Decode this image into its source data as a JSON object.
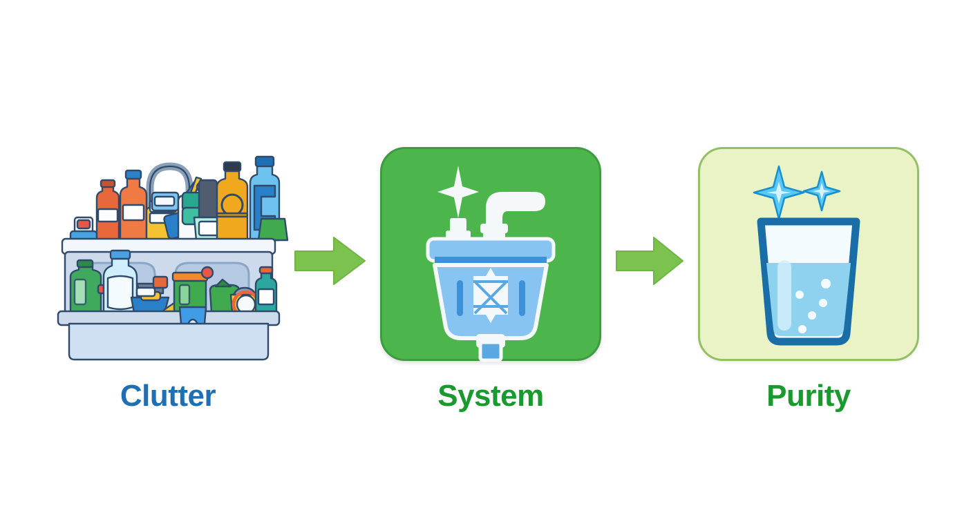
{
  "diagram": {
    "title_text": "",
    "background_color": "#ffffff",
    "type": "three-step-process-flow",
    "steps": [
      {
        "id": "clutter",
        "label": "Clutter",
        "label_color": "#1f6fb5",
        "icon_name": "cluttered-sink-cabinet-illustration",
        "panel": "none",
        "panel_bg": "#ffffff",
        "description_alt": "Sink counter crowded with cleaning bottles, jugs and containers above and below"
      },
      {
        "id": "system",
        "label": "System",
        "label_color": "#1a9a2e",
        "icon_name": "water-filter-icon",
        "panel": "rounded-square",
        "panel_bg": "#4cb64c",
        "panel_border": "#3f9b3f",
        "description_alt": "Water filter housing with faucet and sparkle on a green rounded tile"
      },
      {
        "id": "purity",
        "label": "Purity",
        "label_color": "#1a9a2e",
        "icon_name": "clean-water-glass-icon",
        "panel": "rounded-square",
        "panel_bg": "#e9f3c6",
        "panel_border": "#94c064",
        "description_alt": "Glass of clear water with sparkles on a light lime rounded tile"
      }
    ],
    "arrows": [
      {
        "id": "arrow-clutter-to-system",
        "icon_name": "right-arrow-icon",
        "color": "#7cc24f",
        "direction": "right"
      },
      {
        "id": "arrow-system-to-purity",
        "icon_name": "right-arrow-icon",
        "color": "#7cc24f",
        "direction": "right"
      }
    ],
    "palette": {
      "blue_label": "#1f6fb5",
      "green_label": "#1a9a2e",
      "arrow_green": "#7cc24f",
      "panel_green": "#4cb64c",
      "panel_lime": "#e9f3c6",
      "counter_light": "#dce8f7",
      "counter_mid": "#b9cfe8",
      "outline_navy": "#2f4a6b",
      "water_blue": "#7ec8f0",
      "glass_outline": "#1a6ea8"
    }
  }
}
